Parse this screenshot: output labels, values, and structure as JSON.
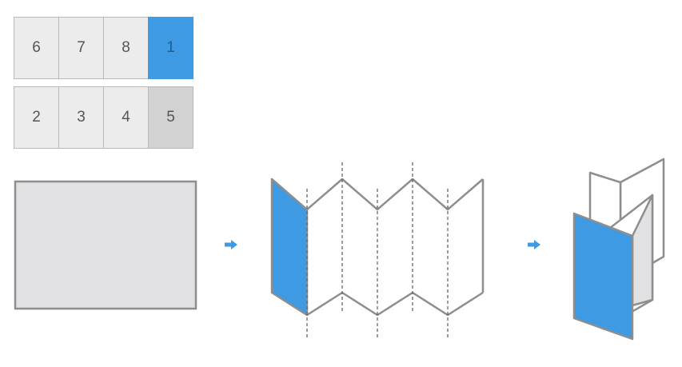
{
  "layout_grid": {
    "top_row": [
      {
        "label": "6",
        "kind": "inner"
      },
      {
        "label": "7",
        "kind": "inner"
      },
      {
        "label": "8",
        "kind": "inner"
      },
      {
        "label": "1",
        "kind": "cover"
      }
    ],
    "bottom_row": [
      {
        "label": "2",
        "kind": "inner"
      },
      {
        "label": "3",
        "kind": "inner"
      },
      {
        "label": "4",
        "kind": "inner"
      },
      {
        "label": "5",
        "kind": "back"
      }
    ]
  },
  "colors": {
    "accent_blue": "#3d9ae3",
    "panel_gray": "#ececec",
    "back_gray": "#d2d2d2",
    "sheet_fill": "#e1e1e3",
    "outline": "#8e8e8e",
    "fold_line": "#666666"
  },
  "icons": [
    "arrow-right-icon",
    "arrow-right-icon"
  ],
  "steps": [
    "flat-sheet",
    "accordion-fold",
    "folded-brochure"
  ]
}
